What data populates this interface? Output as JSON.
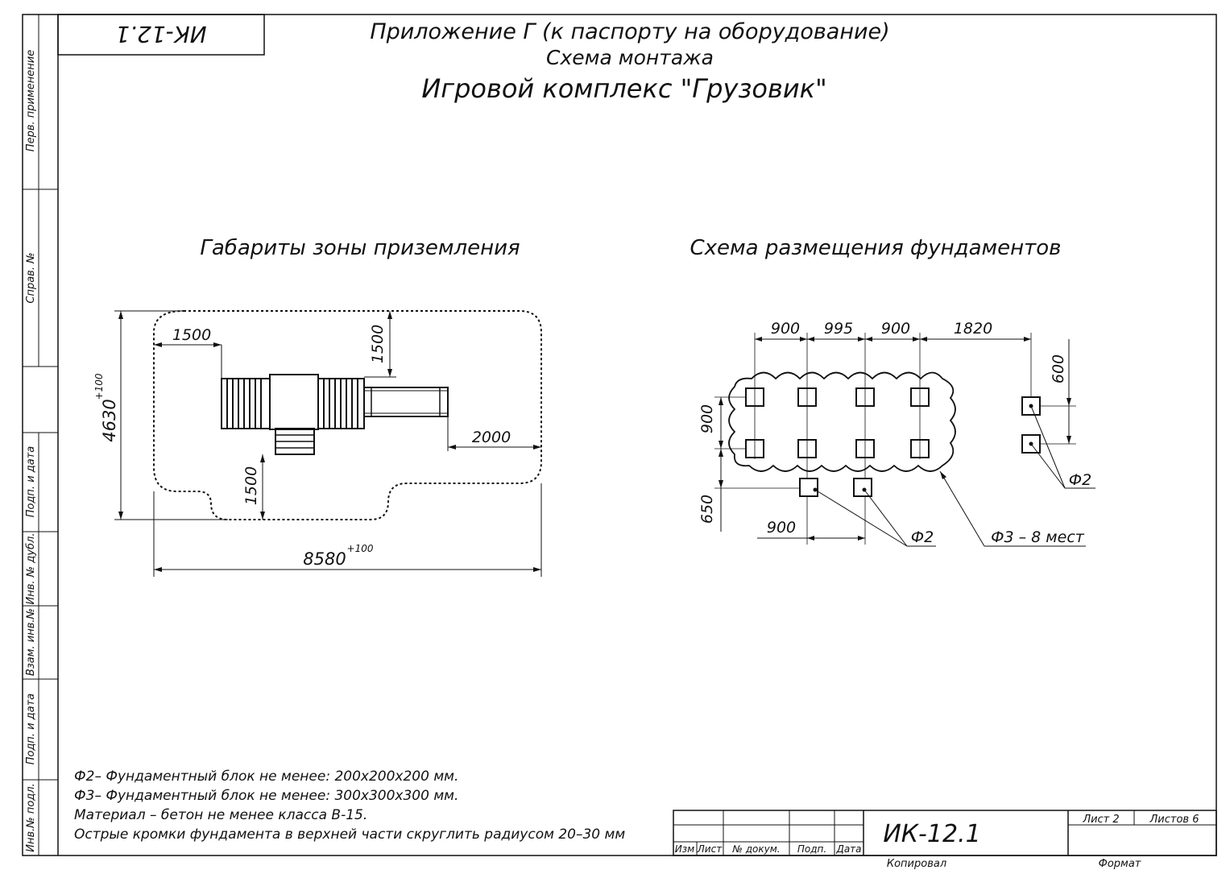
{
  "stamp_code": "ИК-12.1",
  "header": {
    "appendix": "Приложение Г (к паспорту на оборудование)",
    "scheme": "Схема монтажа",
    "title": "Игровой комплекс \"Грузовик\""
  },
  "side_strip": {
    "perv_primenenie": "Перв. применение",
    "sprav_no": "Справ. №",
    "podp_i_data_1": "Подп. и дата",
    "inv_no_dubl": "Инв. № дубл.",
    "vzam_inv_no": "Взам. инв.№",
    "podp_i_data_2": "Подп. и дата",
    "inv_no_podl": "Инв.№ подл."
  },
  "left_drawing": {
    "title": "Габариты зоны приземления",
    "dim_left_1500": "1500",
    "dim_top_1500": "1500",
    "dim_right_2000": "2000",
    "dim_bottom_1500": "1500",
    "dim_height": "4630",
    "dim_height_tol": "+100",
    "dim_width": "8580",
    "dim_width_tol": "+100"
  },
  "right_drawing": {
    "title": "Схема размещения фундаментов",
    "dim_900_a": "900",
    "dim_995": "995",
    "dim_900_b": "900",
    "dim_1820": "1820",
    "dim_600": "600",
    "dim_900_v": "900",
    "dim_650": "650",
    "dim_900_bottom": "900",
    "label_f2_right": "Ф2",
    "label_f2_bottom": "Ф2",
    "label_f3": "Ф3 – 8 мест"
  },
  "notes": [
    "Ф2– Фундаментный блок не менее: 200х200х200 мм.",
    "Ф3– Фундаментный блок не менее: 300х300х300 мм.",
    "Материал – бетон не менее класса В-15.",
    "Острые кромки фундамента в верхней части скруглить радиусом 20–30 мм"
  ],
  "title_block": {
    "code": "ИК-12.1",
    "col_izm": "Изм",
    "col_list": "Лист",
    "col_doc": "№ докум.",
    "col_podp": "Подп.",
    "col_data": "Дата",
    "sheet": "Лист 2",
    "sheets": "Листов 6",
    "copied": "Копировал",
    "format": "Формат"
  }
}
